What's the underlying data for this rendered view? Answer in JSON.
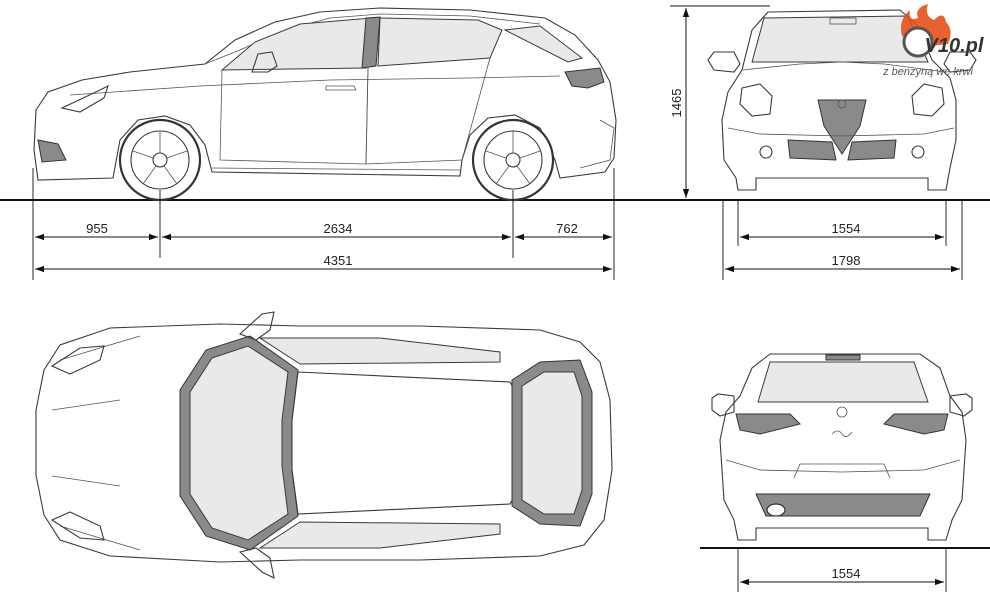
{
  "watermark": {
    "brand": "V10.pl",
    "slogan": "z benzyną we krwi",
    "accent_color": "#e8501a"
  },
  "dimensions": {
    "front_overhang": "955",
    "wheelbase": "2634",
    "rear_overhang": "762",
    "overall_length": "4351",
    "height": "1465",
    "front_track": "1554",
    "overall_width": "1798",
    "rear_track": "1554"
  },
  "colors": {
    "line": "#3a3a3a",
    "glass": "#e9e9e9",
    "dark_trim": "#8a8a8a",
    "background": "#ffffff"
  }
}
